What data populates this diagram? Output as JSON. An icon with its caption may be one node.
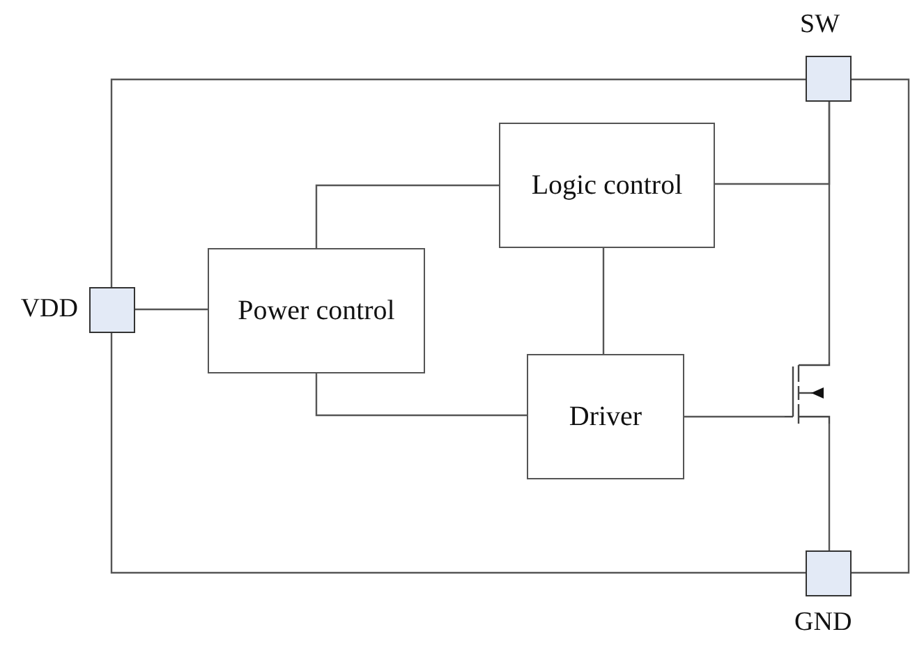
{
  "diagram": {
    "nodes": [
      {
        "text": [
          "Logic control"
        ]
      },
      {
        "text": [
          "Power control"
        ]
      },
      {
        "text": [
          "Driver"
        ]
      },
      {
        "text": [],
        "shape": "box",
        "beside": [
          "VDD"
        ]
      },
      {
        "text": [],
        "shape": "box",
        "beside": [
          "SW"
        ]
      },
      {
        "text": [],
        "shape": "box",
        "beside": [
          "GND"
        ]
      },
      {
        "text": [],
        "shape": "picture"
      }
    ],
    "edges": [
      {
        "from": 3,
        "to": 4,
        "arrow": "none"
      },
      {
        "from": 3,
        "to": 5,
        "arrow": "none"
      },
      {
        "from": 4,
        "to": 5,
        "arrow": "none"
      },
      {
        "from": 3,
        "to": 1,
        "arrow": "none"
      },
      {
        "from": 1,
        "to": 0,
        "arrow": "none"
      },
      {
        "from": 1,
        "to": 2,
        "arrow": "none"
      },
      {
        "from": 0,
        "to": 2,
        "arrow": "none"
      },
      {
        "from": 0,
        "to": 4,
        "arrow": "none"
      },
      {
        "from": 4,
        "to": 6,
        "arrow": "none"
      },
      {
        "from": 2,
        "to": 6,
        "arrow": "none"
      },
      {
        "from": 6,
        "to": 5,
        "arrow": "none"
      }
    ]
  }
}
